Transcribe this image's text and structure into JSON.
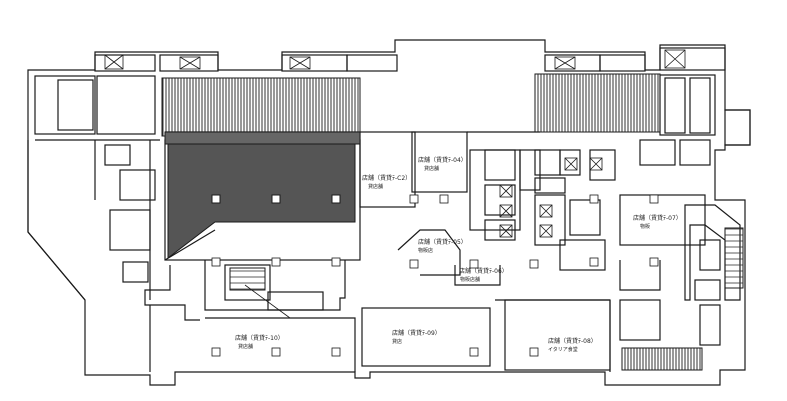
{
  "plan": {
    "stroke_color": "#1a1a1a",
    "hatch_color": "#333333",
    "dark_fill": "#555555",
    "rooms": [
      {
        "id": "r1",
        "name": "店舗（賃貸ﾃ-C2）",
        "sub": "貸店舗"
      },
      {
        "id": "r2",
        "name": "店舗（賃貸ﾃ-04）",
        "sub": "貸店舗"
      },
      {
        "id": "r3",
        "name": "店舗（賃貸ﾃ-05）",
        "sub": "物販店"
      },
      {
        "id": "r4",
        "name": "店舗（賃貸ﾃ-06）",
        "sub": "物販店舗"
      },
      {
        "id": "r5",
        "name": "店舗（賃貸ﾃ-07）",
        "sub": "物販"
      },
      {
        "id": "r6",
        "name": "店舗（賃貸ﾃ-10）",
        "sub": "貸店舗"
      },
      {
        "id": "r7",
        "name": "店舗（賃貸ﾃ-09）",
        "sub": "貸店"
      },
      {
        "id": "r8",
        "name": "店舗（賃貸ﾃ-08）",
        "sub": "イタリア食堂"
      }
    ]
  }
}
